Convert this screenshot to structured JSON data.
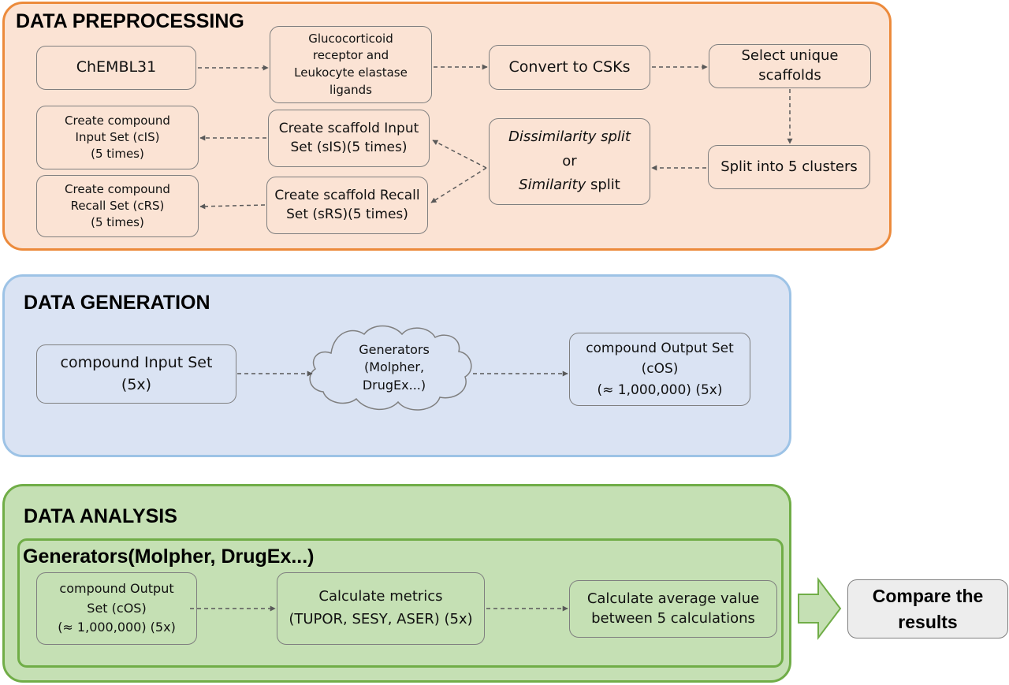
{
  "preprocessing": {
    "title": "DATA PREPROCESSING",
    "chembl": "ChEMBL31",
    "ligands": [
      "Glucocorticoid",
      "receptor and",
      "Leukocyte elastase",
      "ligands"
    ],
    "convert": "Convert to CSKs",
    "select": [
      "Select unique",
      "scaffolds"
    ],
    "split_clusters": "Split into 5 clusters",
    "split_choice": {
      "dissimilarity": "Dissimilarity split",
      "or": "or",
      "similarity_word": "Similarity",
      "split_word": " split"
    },
    "scaffold_input": [
      "Create scaffold Input",
      "Set (sIS)(5 times)"
    ],
    "scaffold_recall": [
      "Create scaffold Recall",
      "Set (sRS)(5 times)"
    ],
    "compound_input": [
      "Create compound",
      "Input Set (cIS)",
      "(5 times)"
    ],
    "compound_recall": [
      "Create compound",
      "Recall Set (cRS)",
      "(5 times)"
    ]
  },
  "generation": {
    "title": "DATA GENERATION",
    "input_set": [
      "compound Input Set",
      "(5x)"
    ],
    "generators": [
      "Generators",
      "(Molpher,",
      "DrugEx...)"
    ],
    "output_set": [
      "compound Output Set",
      "(cOS)",
      "(≈ 1,000,000) (5x)"
    ]
  },
  "analysis": {
    "title": "DATA ANALYSIS",
    "subtitle": "Generators(Molpher, DrugEx...)",
    "output_set": [
      "compound Output",
      "Set (cOS)",
      "(≈ 1,000,000) (5x)"
    ],
    "metrics": [
      "Calculate metrics",
      "(TUPOR, SESY, ASER) (5x)"
    ],
    "average": [
      "Calculate average value",
      "between 5 calculations"
    ]
  },
  "compare": [
    "Compare the",
    "results"
  ],
  "colors": {
    "preprocessing_fill": "#fbe3d4",
    "preprocessing_border": "#ec8a3b",
    "generation_fill": "#dae3f3",
    "generation_border": "#9dc3e6",
    "analysis_fill": "#c5e0b4",
    "analysis_border": "#70ad47",
    "compare_fill": "#ededed",
    "box_border": "#7f7f7f",
    "arrow": "#595959"
  }
}
